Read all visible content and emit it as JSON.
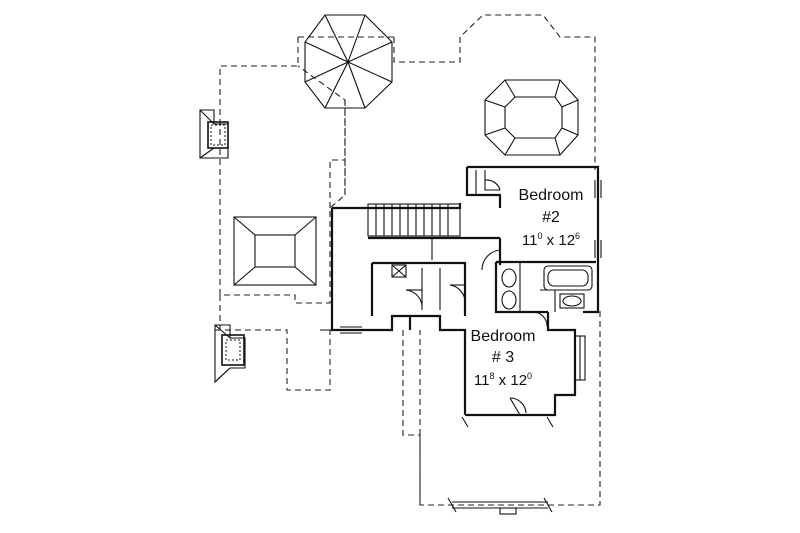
{
  "plan": {
    "rooms": [
      {
        "name": "Bedroom",
        "number": "#2",
        "dims_main": "11",
        "dims_sup1": "0",
        "dims_mid": " x 12",
        "dims_sup2": "6"
      },
      {
        "name": "Bedroom",
        "number": "# 3",
        "dims_main": "11",
        "dims_sup1": "8",
        "dims_mid": " x 12",
        "dims_sup2": "0"
      }
    ]
  }
}
